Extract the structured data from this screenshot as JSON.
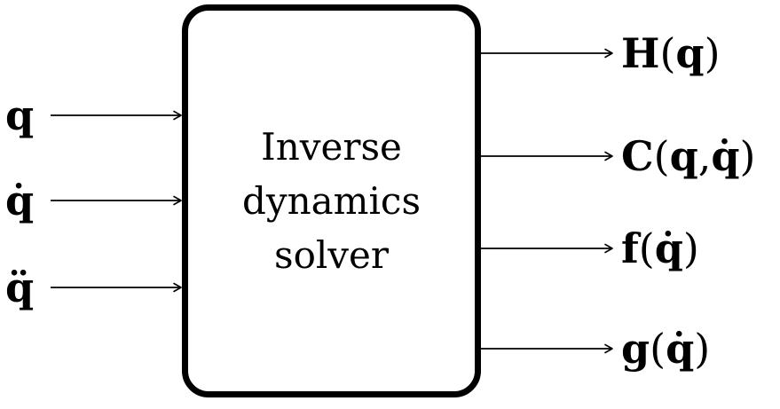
{
  "diagram": {
    "colors": {
      "stroke": "#000000",
      "background": "#ffffff"
    },
    "block": {
      "label_lines": [
        "Inverse",
        "dynamics",
        "solver"
      ]
    },
    "inputs": [
      {
        "label": "q"
      },
      {
        "label": "q̇"
      },
      {
        "label": "q̈"
      }
    ],
    "outputs": [
      {
        "label": "H(q)"
      },
      {
        "label": "C(q, q̇)"
      },
      {
        "label": "f(q̇)"
      },
      {
        "label": "g(q̇)"
      }
    ]
  }
}
